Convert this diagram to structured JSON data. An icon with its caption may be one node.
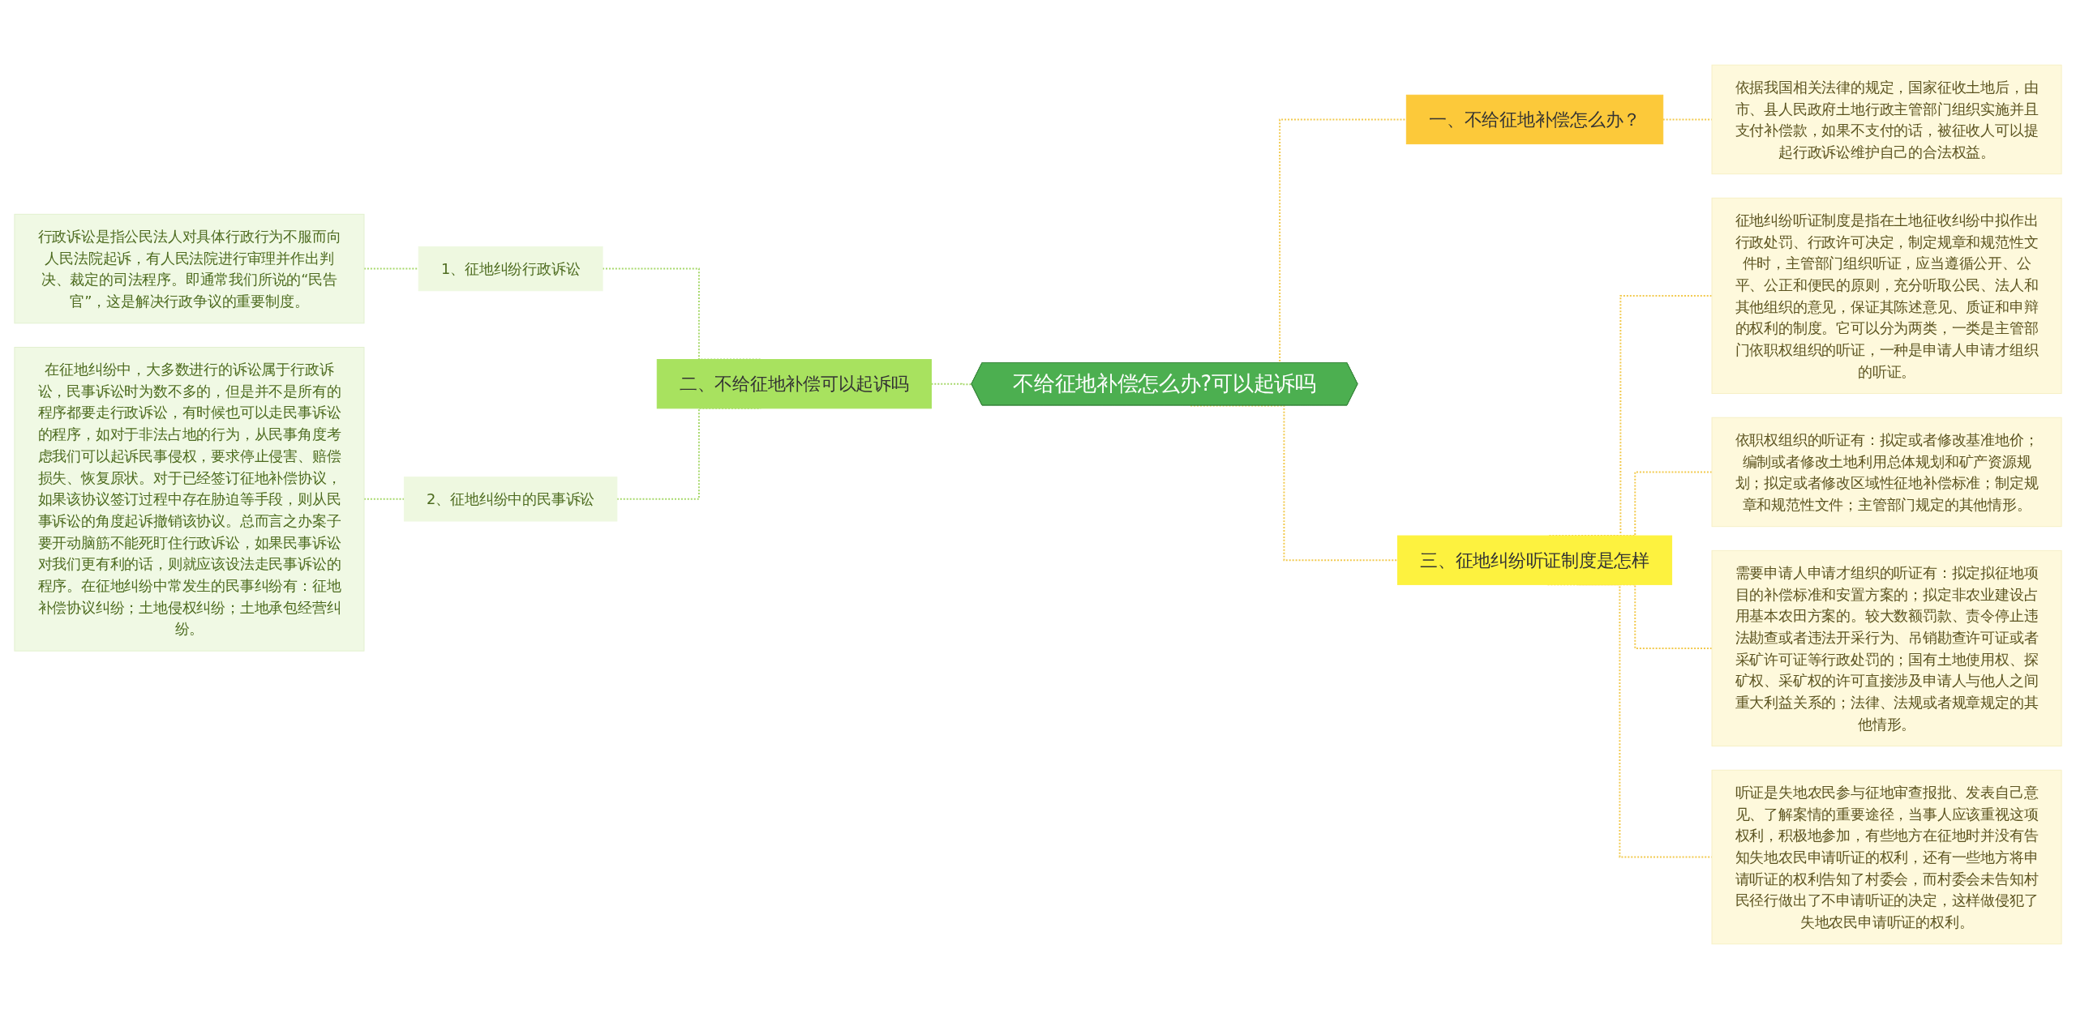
{
  "diagram": {
    "nodes": [
      {
        "text": [
          "不给征地补偿怎么办?可以起诉吗"
        ]
      },
      {
        "text": [
          "一、不给征地补偿怎么办？"
        ]
      },
      {
        "text": [
          "依据我国相关法律的规定，国家征收土地后，由市、县人民政府土地行政主管部门组织实施并且支付补偿款，如果不支付的话，被征收人可以提起行政诉讼维护自己的合法权益。"
        ]
      },
      {
        "text": [
          "二、不给征地补偿可以起诉吗"
        ]
      },
      {
        "text": [
          "1、征地纠纷行政诉讼"
        ]
      },
      {
        "text": [
          "行政诉讼是指公民法人对具体行政行为不服而向人民法院起诉，有人民法院进行审理并作出判决、裁定的司法程序。即通常我们所说的“民告官”，这是解决行政争议的重要制度。"
        ]
      },
      {
        "text": [
          "2、征地纠纷中的民事诉讼"
        ]
      },
      {
        "text": [
          "在征地纠纷中，大多数进行的诉讼属于行政诉讼，民事诉讼时为数不多的，但是并不是所有的程序都要走行政诉讼，有时候也可以走民事诉讼的程序，如对于非法占地的行为，从民事角度考虑我们可以起诉民事侵权，要求停止侵害、赔偿损失、恢复原状。对于已经签订征地补偿协议，如果该协议签订过程中存在胁迫等手段，则从民事诉讼的角度起诉撤销该协议。总而言之办案子要开动脑筋不能死盯住行政诉讼，如果民事诉讼对我们更有利的话，则就应该设法走民事诉讼的程序。在征地纠纷中常发生的民事纠纷有：征地补偿协议纠纷；土地侵权纠纷；土地承包经营纠纷。"
        ]
      },
      {
        "text": [
          "三、征地纠纷听证制度是怎样"
        ]
      },
      {
        "text": [
          "征地纠纷听证制度是指在土地征收纠纷中拟作出行政处罚、行政许可决定，制定规章和规范性文件时，主管部门组织听证，应当遵循公开、公平、公正和便民的原则，充分听取公民、法人和其他组织的意见，保证其陈述意见、质证和申辩的权利的制度。它可以分为两类，一类是主管部门依职权组织的听证，一种是申请人申请才组织的听证。"
        ]
      },
      {
        "text": [
          "依职权组织的听证有：拟定或者修改基准地价；编制或者修改土地利用总体规划和矿产资源规划；拟定或者修改区域性征地补偿标准；制定规章和规范性文件；主管部门规定的其他情形。"
        ]
      },
      {
        "text": [
          "需要申请人申请才组织的听证有：拟定拟征地项目的补偿标准和安置方案的；拟定非农业建设占用基本农田方案的。较大数额罚款、责令停止违法勘查或者违法开采行为、吊销勘查许可证或者采矿许可证等行政处罚的；国有土地使用权、探矿权、采矿权的许可直接涉及申请人与他人之间重大利益关系的；法律、法规或者规章规定的其他情形。"
        ]
      },
      {
        "text": [
          "听证是失地农民参与征地审查报批、发表自己意见、了解案情的重要途径，当事人应该重视这项权利，积极地参加，有些地方在征地时并没有告知失地农民申请听证的权利，还有一些地方将申请听证的权利告知了村委会，而村委会未告知村民径行做出了不申请听证的决定，这样做侵犯了失地农民申请听证的权利。"
        ]
      }
    ],
    "edges": [
      {
        "from": 0,
        "to": 1,
        "arrow": "none",
        "style": "dashed"
      },
      {
        "from": 1,
        "to": 2,
        "arrow": "none",
        "style": "dashed"
      },
      {
        "from": 0,
        "to": 3,
        "arrow": "none",
        "style": "dashed",
        "color": "#a6d86a"
      },
      {
        "from": 3,
        "to": 4,
        "arrow": "none",
        "style": "dashed",
        "color": "#a6d86a"
      },
      {
        "from": 4,
        "to": 5,
        "arrow": "none",
        "style": "dashed",
        "color": "#a6d86a"
      },
      {
        "from": 3,
        "to": 6,
        "arrow": "none",
        "style": "dashed",
        "color": "#a6d86a"
      },
      {
        "from": 6,
        "to": 7,
        "arrow": "none",
        "style": "dashed",
        "color": "#a6d86a"
      },
      {
        "from": 0,
        "to": 8,
        "arrow": "none",
        "style": "dashed"
      },
      {
        "from": 8,
        "to": 9,
        "arrow": "none",
        "style": "dashed"
      },
      {
        "from": 8,
        "to": 10,
        "arrow": "none",
        "style": "dashed"
      },
      {
        "from": 8,
        "to": 11,
        "arrow": "none",
        "style": "dashed"
      },
      {
        "from": 8,
        "to": 12,
        "arrow": "none",
        "style": "dashed"
      }
    ]
  }
}
